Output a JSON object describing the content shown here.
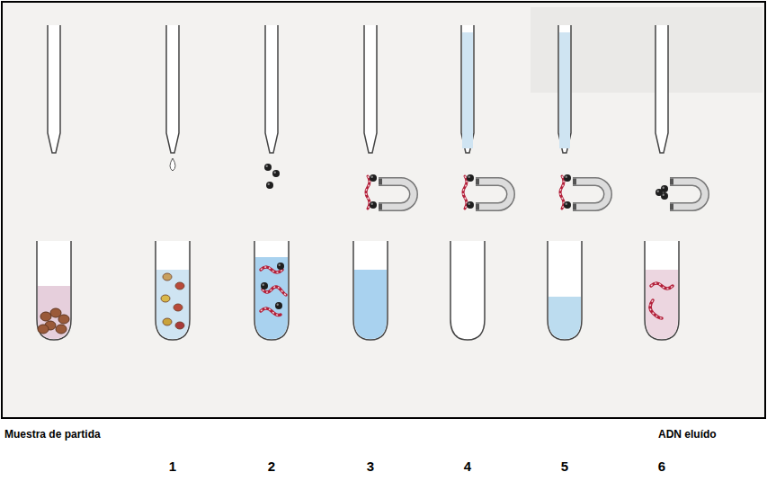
{
  "diagram": {
    "labels": [
      "Muestra de partida",
      "ADN eluído",
      "1",
      "2",
      "3",
      "4",
      "5",
      "6"
    ]
  }
}
